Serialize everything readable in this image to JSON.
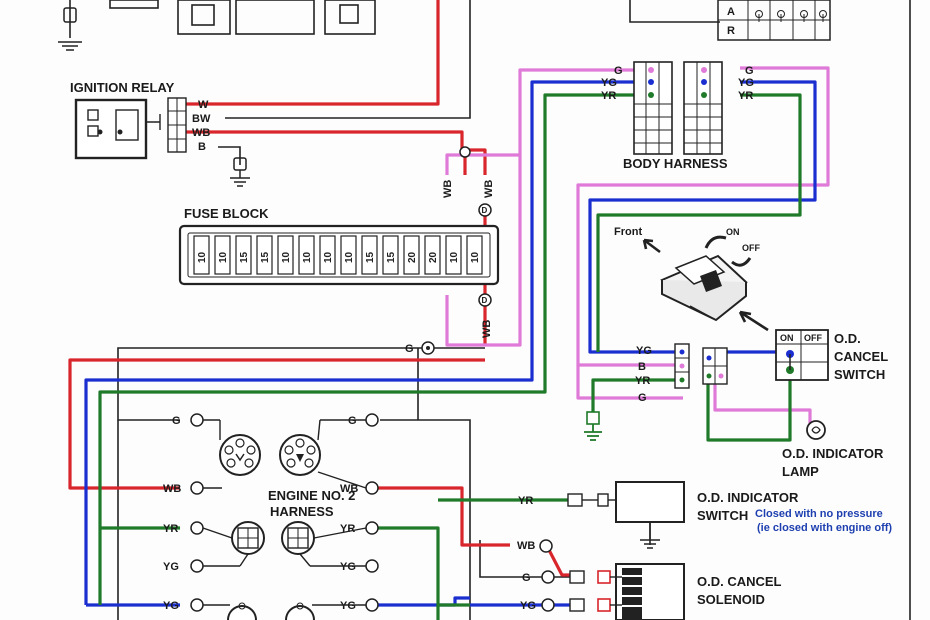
{
  "colors": {
    "red": "#d8262c",
    "blue": "#1b2fd0",
    "green": "#1f7a2a",
    "pink": "#e07ad8",
    "black": "#222222"
  },
  "top_relay_rows": [
    "A",
    "R"
  ],
  "ignition_relay": {
    "title": "IGNITION RELAY",
    "pins": [
      "W",
      "BW",
      "WB",
      "B"
    ]
  },
  "fuse_block": {
    "title": "FUSE BLOCK",
    "fuses": [
      "10",
      "10",
      "15",
      "15",
      "10",
      "10",
      "10",
      "10",
      "15",
      "15",
      "20",
      "20",
      "10",
      "10"
    ]
  },
  "body_harness": {
    "title": "BODY HARNESS",
    "left_wires": [
      "G",
      "YG",
      "YR"
    ],
    "right_wires": [
      "G",
      "YG",
      "YR"
    ]
  },
  "trunk_labels": [
    "WB",
    "WB",
    "WB",
    "G"
  ],
  "switch_arrows": {
    "front": "Front",
    "on": "ON",
    "off": "OFF"
  },
  "od_cancel_switch": {
    "title_line1": "O.D.",
    "title_line2": "CANCEL",
    "title_line3": "SWITCH",
    "table_on": "ON",
    "table_off": "OFF",
    "wires": [
      "YG",
      "B",
      "YR",
      "G"
    ]
  },
  "od_indicator_lamp": {
    "line1": "O.D. INDICATOR",
    "line2": "LAMP"
  },
  "engine_harness": {
    "title_line1": "ENGINE NO. 2",
    "title_line2": "HARNESS",
    "left_wires": [
      "G",
      "WB",
      "YR",
      "YG",
      "YG"
    ],
    "right_wires": [
      "G",
      "WB",
      "YR",
      "YG",
      "YG"
    ]
  },
  "od_indicator_switch": {
    "line1": "O.D. INDICATOR",
    "line2": "SWITCH",
    "note1": "Closed with no pressure",
    "note2": "(ie closed with engine off)",
    "wire": "YR"
  },
  "od_cancel_solenoid": {
    "line1": "O.D. CANCEL",
    "line2": "SOLENOID",
    "wires": [
      "WB",
      "G",
      "YG"
    ]
  }
}
